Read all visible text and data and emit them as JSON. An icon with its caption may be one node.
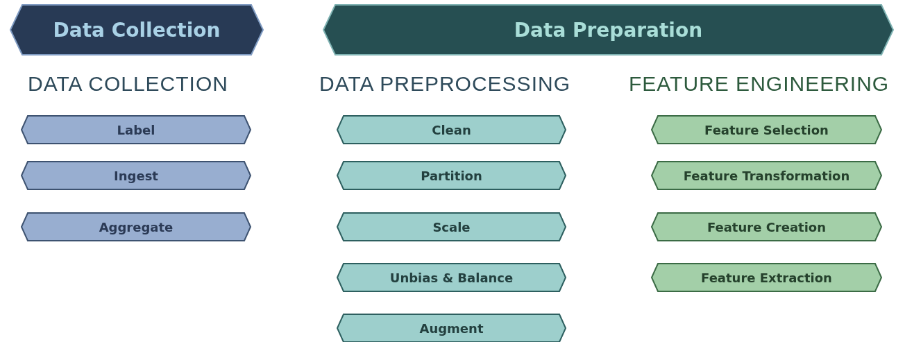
{
  "diagram": {
    "nodes": [
      {
        "text": [
          "Data Collection"
        ]
      },
      {
        "text": [
          "Data Preparation"
        ]
      },
      {
        "text": [
          "Label"
        ]
      },
      {
        "text": [
          "Ingest"
        ]
      },
      {
        "text": [
          "Aggregate"
        ]
      },
      {
        "text": [
          "Clean"
        ]
      },
      {
        "text": [
          "Partition"
        ]
      },
      {
        "text": [
          "Scale"
        ]
      },
      {
        "text": [
          "Unbias & Balance"
        ]
      },
      {
        "text": [
          "Augment"
        ]
      },
      {
        "text": [
          "Feature Selection"
        ]
      },
      {
        "text": [
          "Feature Transformation"
        ]
      },
      {
        "text": [
          "Feature Creation"
        ]
      },
      {
        "text": [
          "Feature Extraction"
        ]
      }
    ],
    "edges": [],
    "labels": [
      "DATA COLLECTION",
      "DATA PREPROCESSING",
      "FEATURE ENGINEERING"
    ]
  }
}
